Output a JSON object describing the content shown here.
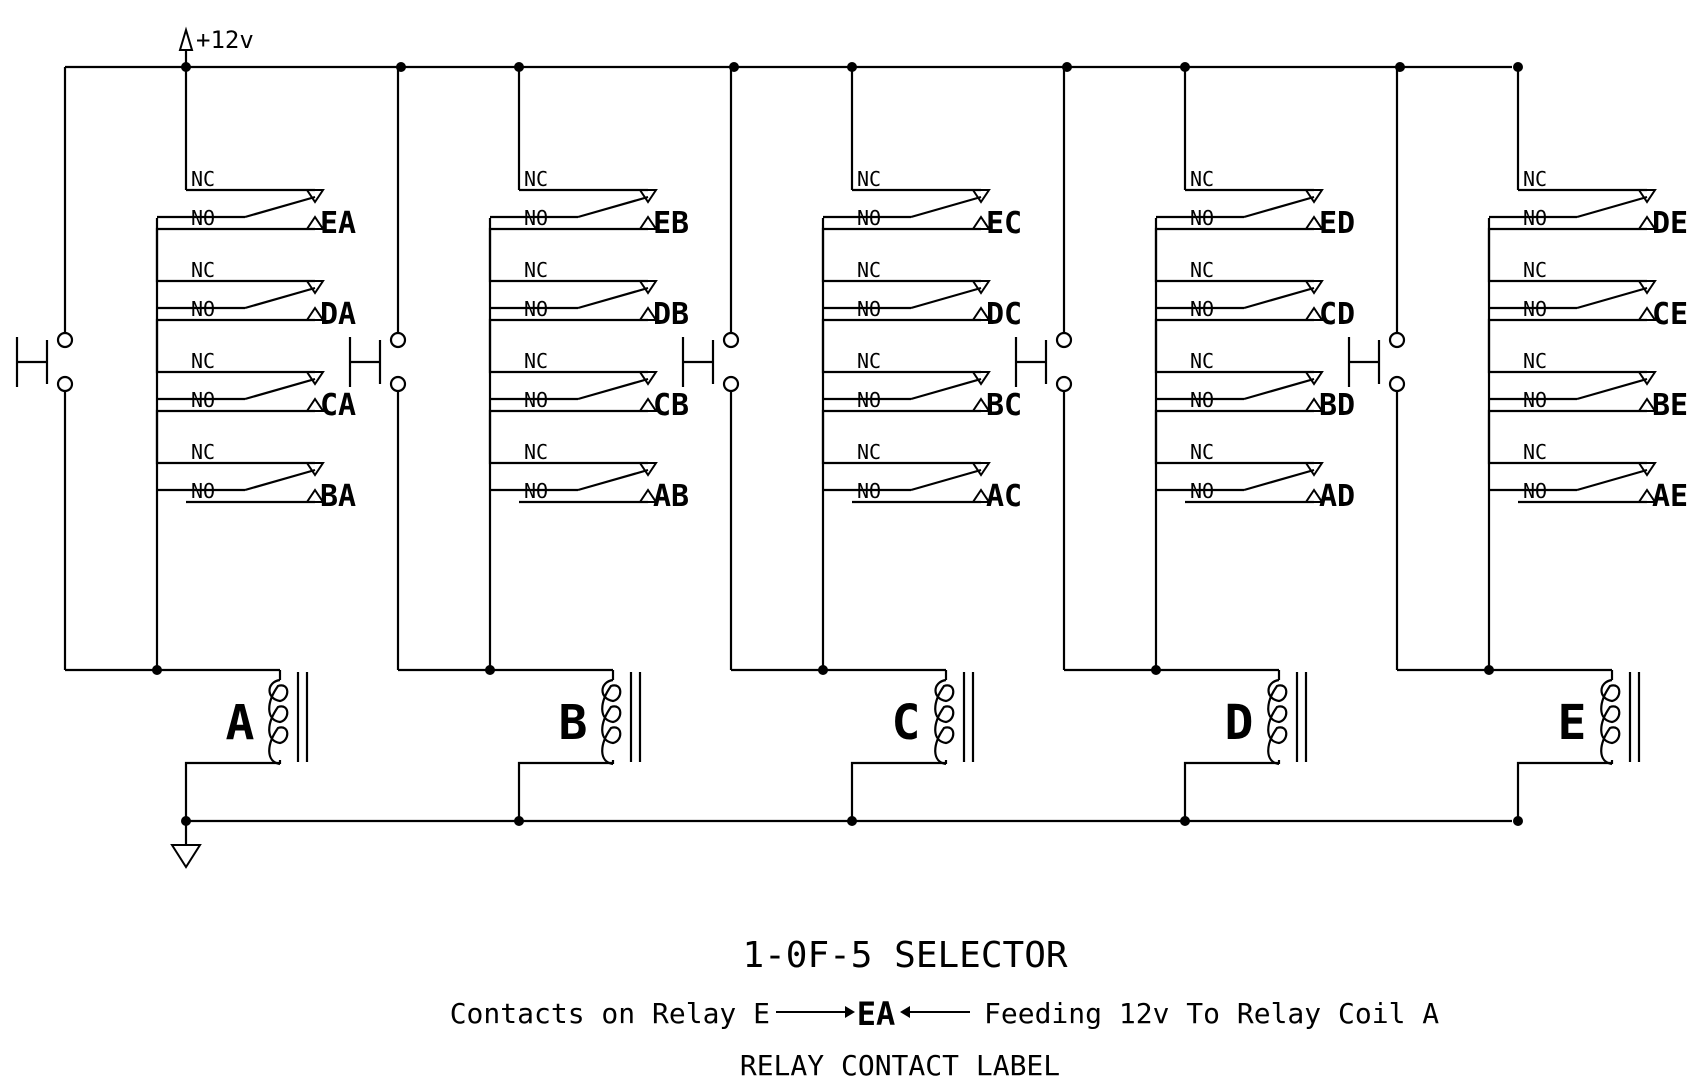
{
  "supply_label": "+12v",
  "title": "1-0F-5 SELECTOR",
  "legend": {
    "left": "Contacts on Relay E",
    "center": "EA",
    "right": "Feeding 12v To Relay Coil A",
    "caption": "RELAY CONTACT LABEL"
  },
  "nc_label": "NC",
  "no_label": "NO",
  "relays": [
    {
      "coil": "A",
      "contacts": [
        "EA",
        "DA",
        "CA",
        "BA"
      ]
    },
    {
      "coil": "B",
      "contacts": [
        "EB",
        "DB",
        "CB",
        "AB"
      ]
    },
    {
      "coil": "C",
      "contacts": [
        "EC",
        "DC",
        "BC",
        "AC"
      ]
    },
    {
      "coil": "D",
      "contacts": [
        "ED",
        "CD",
        "BD",
        "AD"
      ]
    },
    {
      "coil": "E",
      "contacts": [
        "DE",
        "CE",
        "BE",
        "AE"
      ]
    }
  ]
}
